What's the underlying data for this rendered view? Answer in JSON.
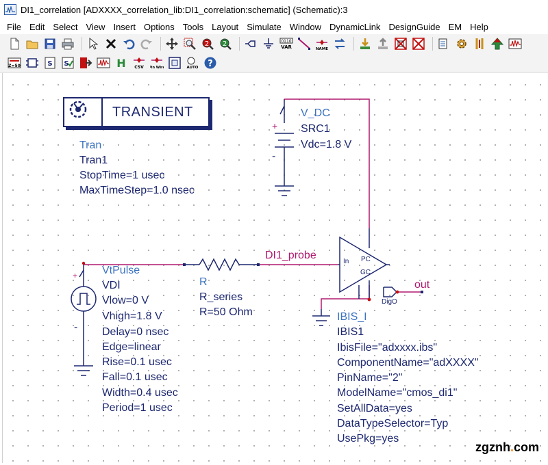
{
  "window": {
    "title": "DI1_correlation [ADXXXX_correlation_lib:DI1_correlation:schematic] (Schematic):3"
  },
  "menu": [
    "File",
    "Edit",
    "Select",
    "View",
    "Insert",
    "Options",
    "Tools",
    "Layout",
    "Simulate",
    "Window",
    "DynamicLink",
    "DesignGuide",
    "EM",
    "Help"
  ],
  "toolbar": {
    "row1": [
      "new-icon",
      "open-folder-icon",
      "save-icon",
      "print-icon",
      "select-pointer-icon",
      "delete-x-icon",
      "undo-icon",
      "redo-icon",
      "move-icon",
      "zoom-area-icon",
      "zoom-in-icon",
      "zoom-out-icon",
      "port-icon",
      "ground-icon",
      "var-icon",
      "wire-icon",
      "name-icon",
      "swap-icon",
      "download-icon",
      "upload-icon",
      "deactivate-icon",
      "short-icon",
      "netlist-icon",
      "gear-icon",
      "tuning-icon",
      "simulate-icon",
      "waveform-icon"
    ],
    "var_label": "0110\nVAR",
    "name_label": "NAME",
    "row2": [
      "z50-icon",
      "component-icon",
      "s-param-icon",
      "s-check-icon",
      "port-arrow-icon",
      "sim-wave-icon",
      "h-icon",
      "csv-icon",
      "pin-wire-icon",
      "layout-icon",
      "auto-icon",
      "help-icon"
    ],
    "z50_label": "Z=50",
    "csv_label": "CSV",
    "pinwire_label": "Pin Wire",
    "auto_label": "AUTO"
  },
  "schematic": {
    "transient": {
      "title": "TRANSIENT",
      "params": [
        "Tran",
        "Tran1",
        "StopTime=1 usec",
        "MaxTimeStep=1.0 nsec"
      ]
    },
    "vdc": {
      "params": [
        "V_DC",
        "SRC1",
        "Vdc=1.8 V"
      ],
      "plus": "+",
      "minus": "-"
    },
    "vtpulse": {
      "params": [
        "VtPulse",
        "VDI",
        "Vlow=0 V",
        "Vhigh=1.8 V",
        "Delay=0 nsec",
        "Edge=linear",
        "Rise=0.1 usec",
        "Fall=0.1 usec",
        "Width=0.4 usec",
        "Period=1 usec"
      ],
      "plus": "+",
      "minus": "-"
    },
    "resistor": {
      "params": [
        "R",
        "R_series",
        "R=50 Ohm"
      ]
    },
    "net_labels": {
      "probe": "DI1_probe",
      "out": "out"
    },
    "ibis": {
      "pins": {
        "in": "In",
        "pc": "PC",
        "gc": "GC"
      },
      "params": [
        "IBIS_I",
        "IBIS1",
        "IbisFile=\"adxxxx.ibs\"",
        "ComponentName=\"adXXXX\"",
        "PinName=\"2\"",
        "ModelName=\"cmos_di1\"",
        "SetAllData=yes",
        "DataTypeSelector=Typ",
        "UsePkg=yes"
      ]
    },
    "digo": {
      "label": "DigO"
    }
  },
  "watermark": {
    "prefix": "zgznh",
    "dot": ".",
    "suffix": "com"
  },
  "colors": {
    "wire": "#b0186f",
    "component": "#1d2870",
    "param_text": "#3b73c0",
    "pin": "#c21010"
  }
}
